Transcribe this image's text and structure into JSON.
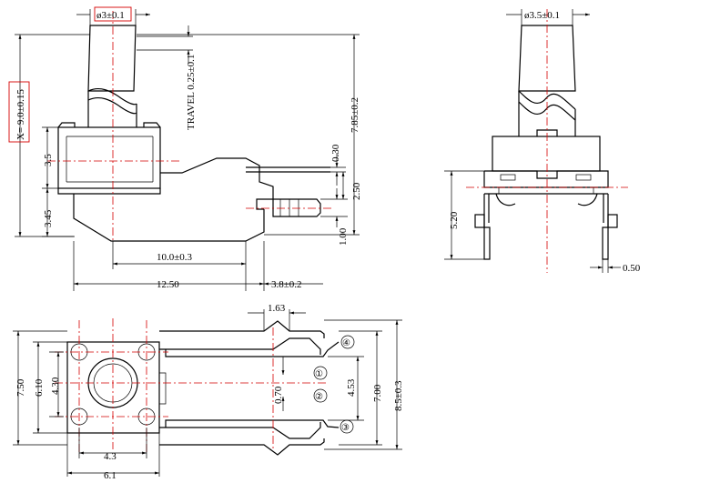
{
  "side_view": {
    "dim_stem_dia": "ø3±0.1",
    "dim_height_x": "X= 9.0±0.15",
    "dim_travel": "TRAVEL 0.25±0.1",
    "dim_overall": "7.85±0.2",
    "dim_body": "3.5",
    "dim_lower": "3.45",
    "dim_t1": "0.30",
    "dim_t2": "2.50",
    "dim_t3": "1.00",
    "dim_len1": "10.0±0.3",
    "dim_len2": "12.50",
    "dim_len3": "3.8±0.2"
  },
  "front_view": {
    "dim_stem_dia": "ø3.5±0.1",
    "dim_height": "5.20",
    "dim_pin": "0.50"
  },
  "top_view": {
    "dim_top": "1.63",
    "dim_h1": "7.50",
    "dim_h2": "6.10",
    "dim_h3": "4.30",
    "dim_mid": "0.70",
    "dim_r1": "4.53",
    "dim_r2": "7.00",
    "dim_r3": "8.5±0.3",
    "dim_w1": "4.3",
    "dim_w2": "6.1",
    "pins": [
      "④",
      "①",
      "②",
      "③"
    ]
  }
}
